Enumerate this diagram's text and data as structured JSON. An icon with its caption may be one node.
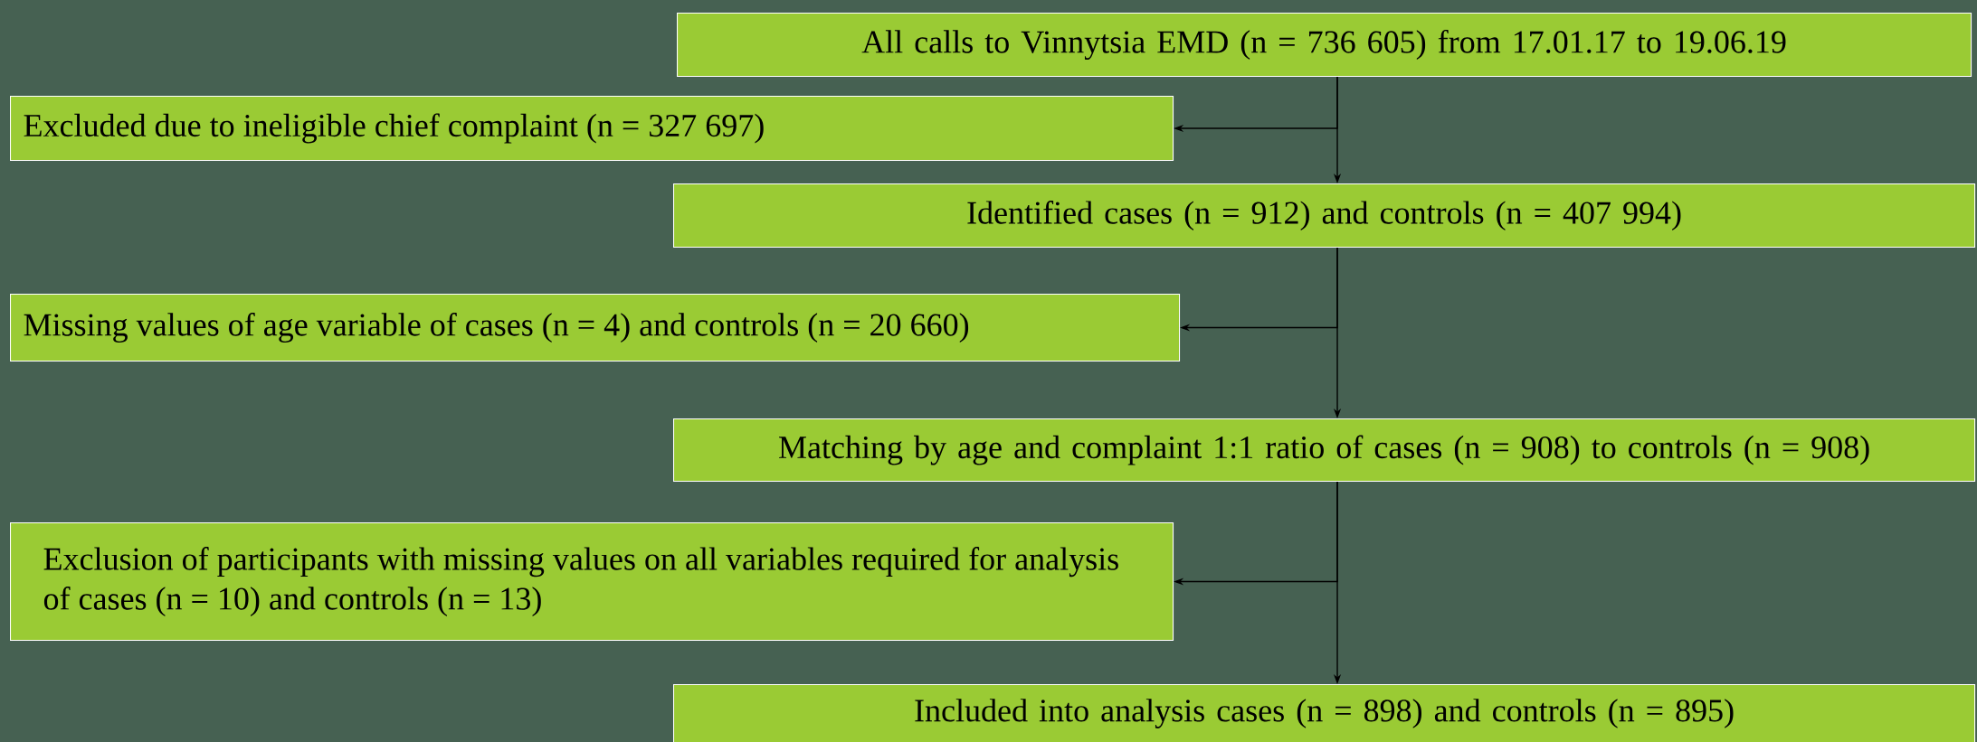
{
  "diagram": {
    "nodes": [
      {
        "text": [
          "All calls to Vinnytsia EMD (n = 736 605) from 17.01.17 to 19.06.19"
        ]
      },
      {
        "text": [
          "Excluded due to ineligible chief complaint (n = 327 697)"
        ]
      },
      {
        "text": [
          "Identified cases (n = 912) and controls (n = 407 994)"
        ]
      },
      {
        "text": [
          "Missing values of age variable of cases (n = 4) and controls (n = 20 660)"
        ]
      },
      {
        "text": [
          "Matching by age and complaint 1:1 ratio of cases (n = 908) to controls (n = 908)"
        ]
      },
      {
        "text": [
          "Exclusion of participants with missing values on all variables required for analysis of cases (n = 10) and controls (n = 13)"
        ]
      },
      {
        "text": [
          "Included into analysis cases (n = 898) and controls (n = 895)"
        ]
      }
    ],
    "edges": [
      {
        "from": 0,
        "to": 2,
        "arrow": "to"
      },
      {
        "from": 0,
        "to": 1,
        "arrow": "to"
      },
      {
        "from": 2,
        "to": 4,
        "arrow": "to"
      },
      {
        "from": 2,
        "to": 3,
        "arrow": "to"
      },
      {
        "from": 4,
        "to": 6,
        "arrow": "to"
      },
      {
        "from": 4,
        "to": 5,
        "arrow": "to"
      }
    ]
  }
}
